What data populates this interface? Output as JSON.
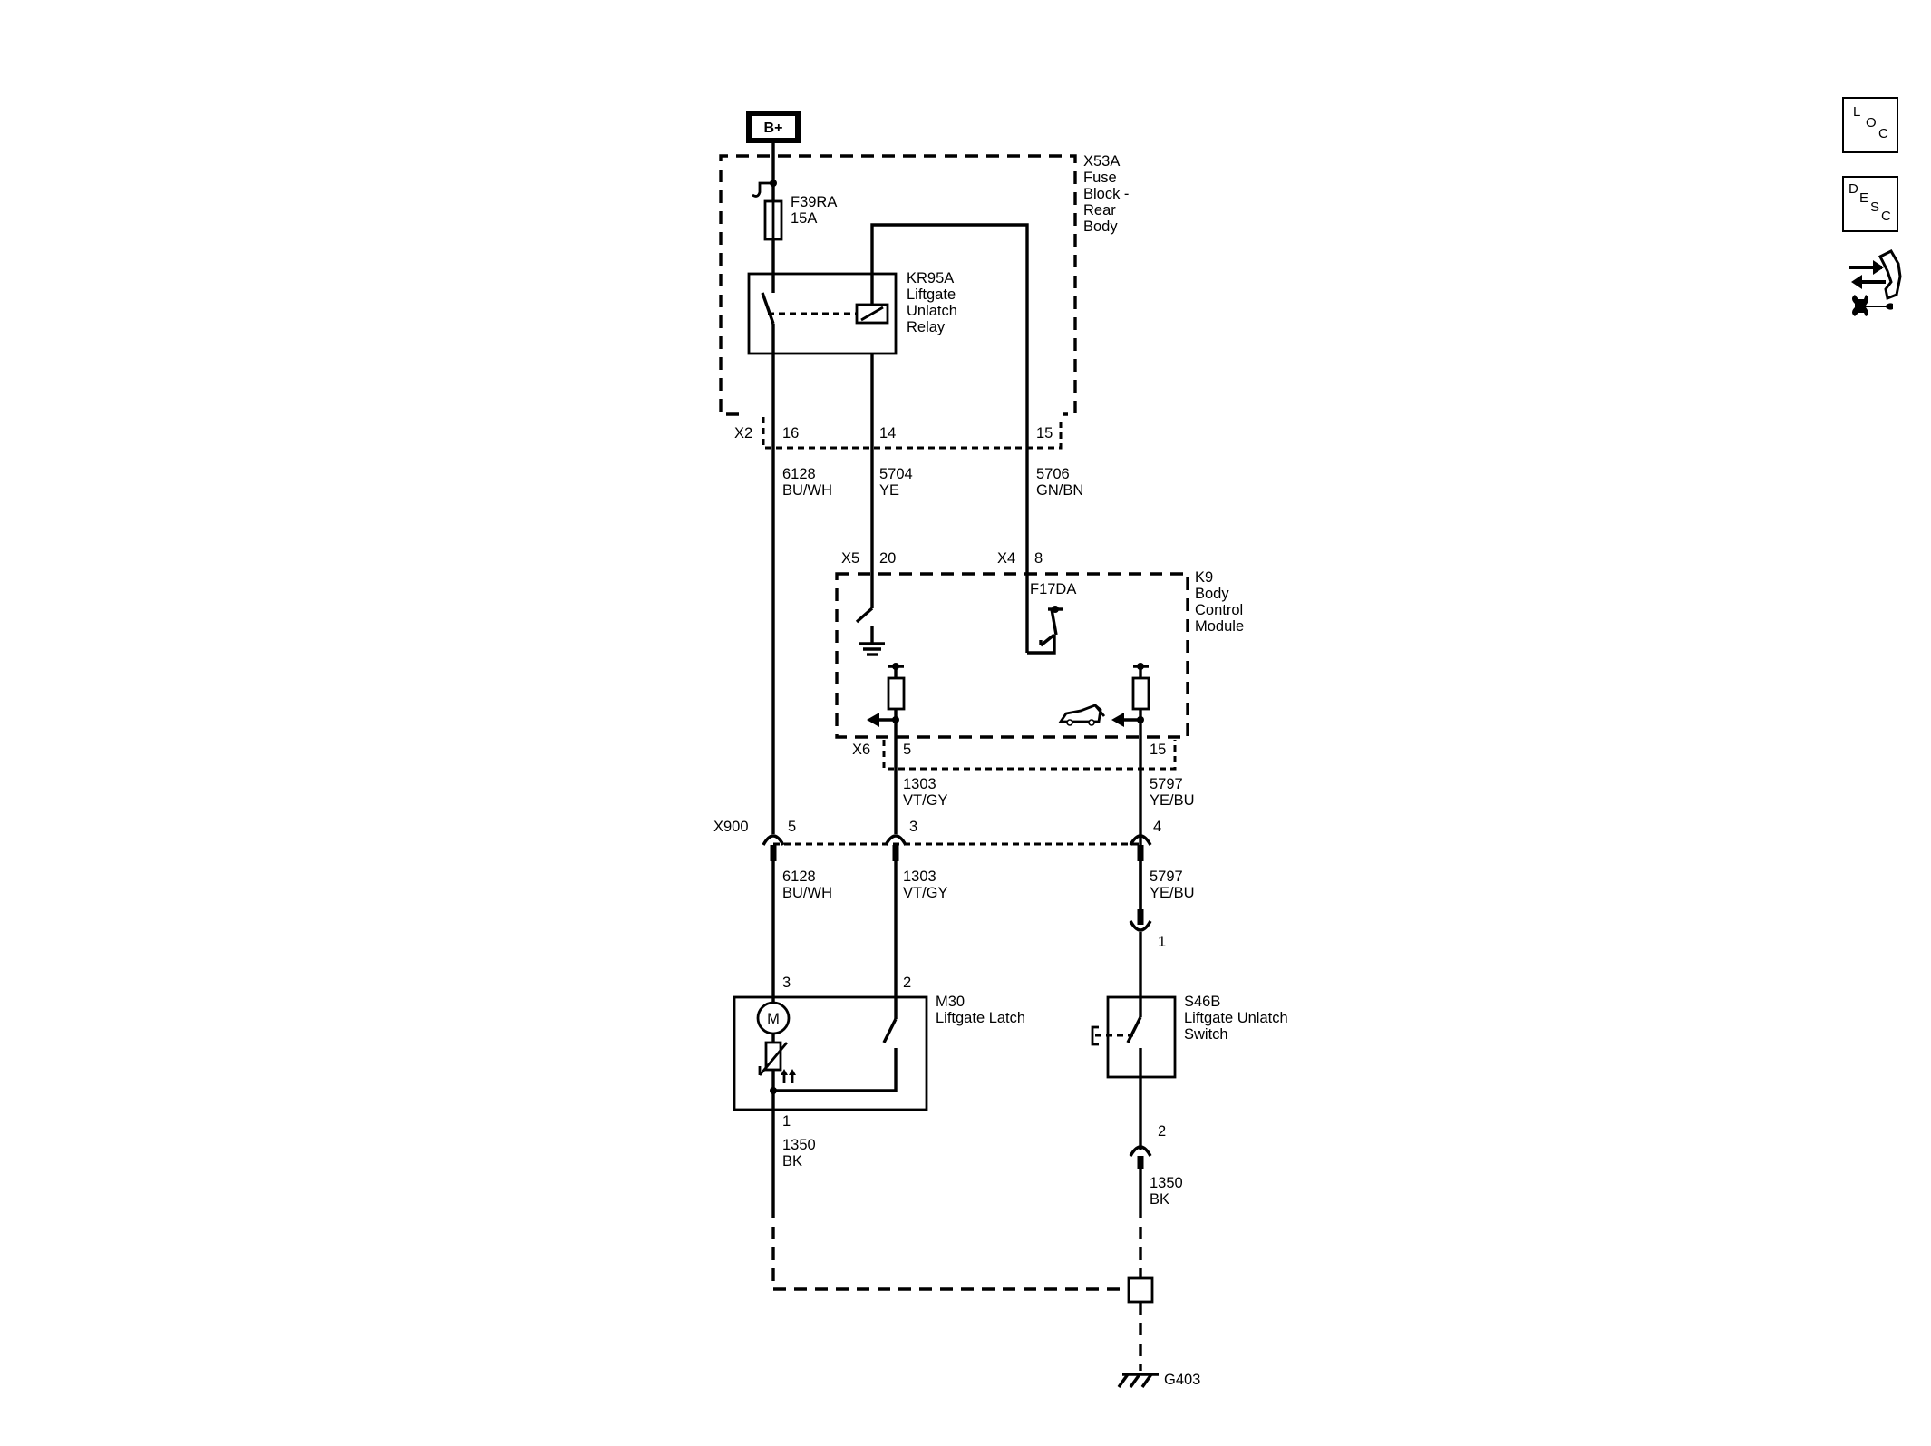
{
  "power_source": "B+",
  "fuse_block": {
    "ref": "X53A",
    "lines": [
      "Fuse",
      "Block -",
      "Rear",
      "Body"
    ]
  },
  "fuse": {
    "ref": "F39RA",
    "rating": "15A"
  },
  "relay": {
    "ref": "KR95A",
    "lines": [
      "Liftgate",
      "Unlatch",
      "Relay"
    ]
  },
  "x2": {
    "connector": "X2",
    "pins": [
      "16",
      "14",
      "15"
    ]
  },
  "wires_top": [
    {
      "circuit": "6128",
      "color": "BU/WH"
    },
    {
      "circuit": "5704",
      "color": "YE"
    },
    {
      "circuit": "5706",
      "color": "GN/BN"
    }
  ],
  "bcm": {
    "ref": "K9",
    "lines": [
      "Body",
      "Control",
      "Module"
    ],
    "x5": {
      "connector": "X5",
      "pin": "20"
    },
    "x4": {
      "connector": "X4",
      "pin": "8"
    },
    "internal_fuse": "F17DA",
    "x6": {
      "connector": "X6",
      "pins": [
        "5",
        "15"
      ]
    }
  },
  "wires_mid": [
    {
      "circuit": "1303",
      "color": "VT/GY"
    },
    {
      "circuit": "5797",
      "color": "YE/BU"
    }
  ],
  "x900": {
    "connector": "X900",
    "pins": [
      "5",
      "3",
      "4"
    ]
  },
  "wires_low": [
    {
      "circuit": "6128",
      "color": "BU/WH"
    },
    {
      "circuit": "1303",
      "color": "VT/GY"
    },
    {
      "circuit": "5797",
      "color": "YE/BU"
    }
  ],
  "switch_pins": [
    "1",
    "2"
  ],
  "latch": {
    "ref": "M30",
    "name": "Liftgate Latch",
    "pins": [
      "3",
      "2",
      "1"
    ],
    "motor_symbol": "M"
  },
  "unlatch_switch": {
    "ref": "S46B",
    "lines": [
      "Liftgate Unlatch",
      "Switch"
    ]
  },
  "ground_wires": [
    {
      "circuit": "1350",
      "color": "BK"
    },
    {
      "circuit": "1350",
      "color": "BK"
    }
  ],
  "ground": "G403",
  "side_buttons": {
    "loc": [
      "L",
      "O",
      "C"
    ],
    "desc": [
      "D",
      "E",
      "S",
      "C"
    ]
  }
}
